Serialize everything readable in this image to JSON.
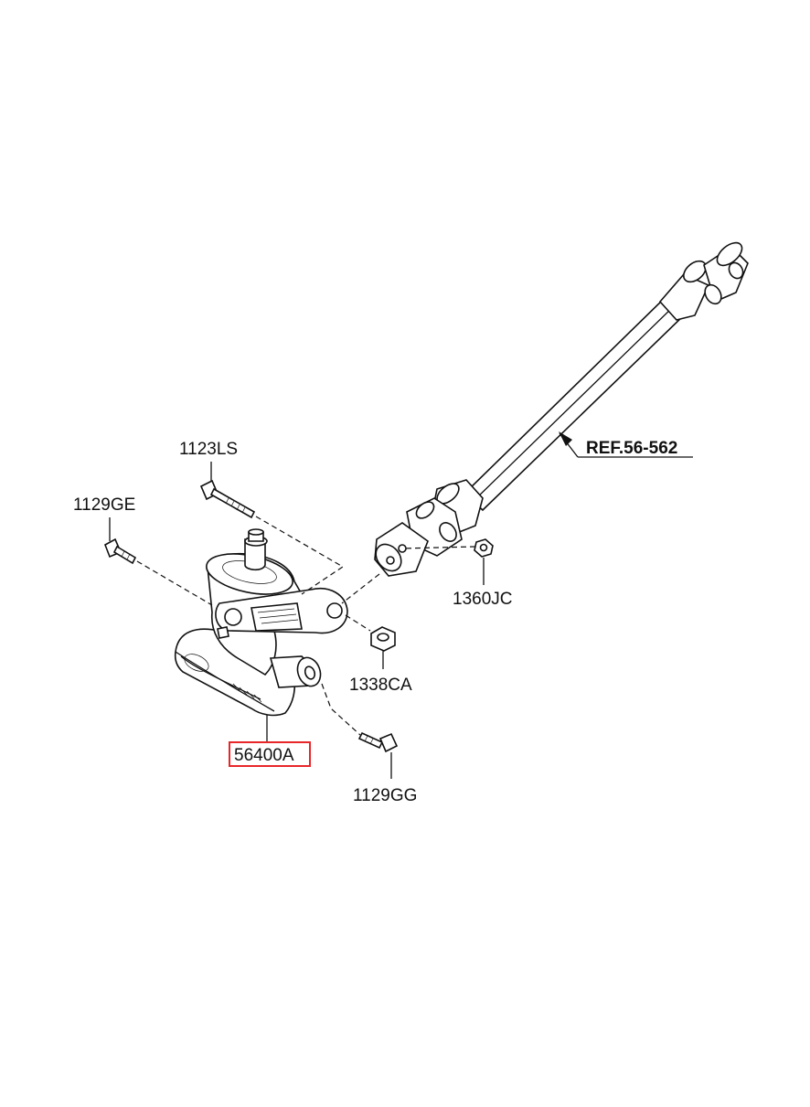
{
  "labels": {
    "bolt_top": "1123LS",
    "bolt_left": "1129GE",
    "nut_right": "1360JC",
    "nut_lower": "1338CA",
    "bolt_bottom": "1129GG",
    "main_assembly": "56400A",
    "reference": "REF.56-562"
  },
  "colors": {
    "highlight_box": "#e8262a",
    "line": "#111111"
  }
}
